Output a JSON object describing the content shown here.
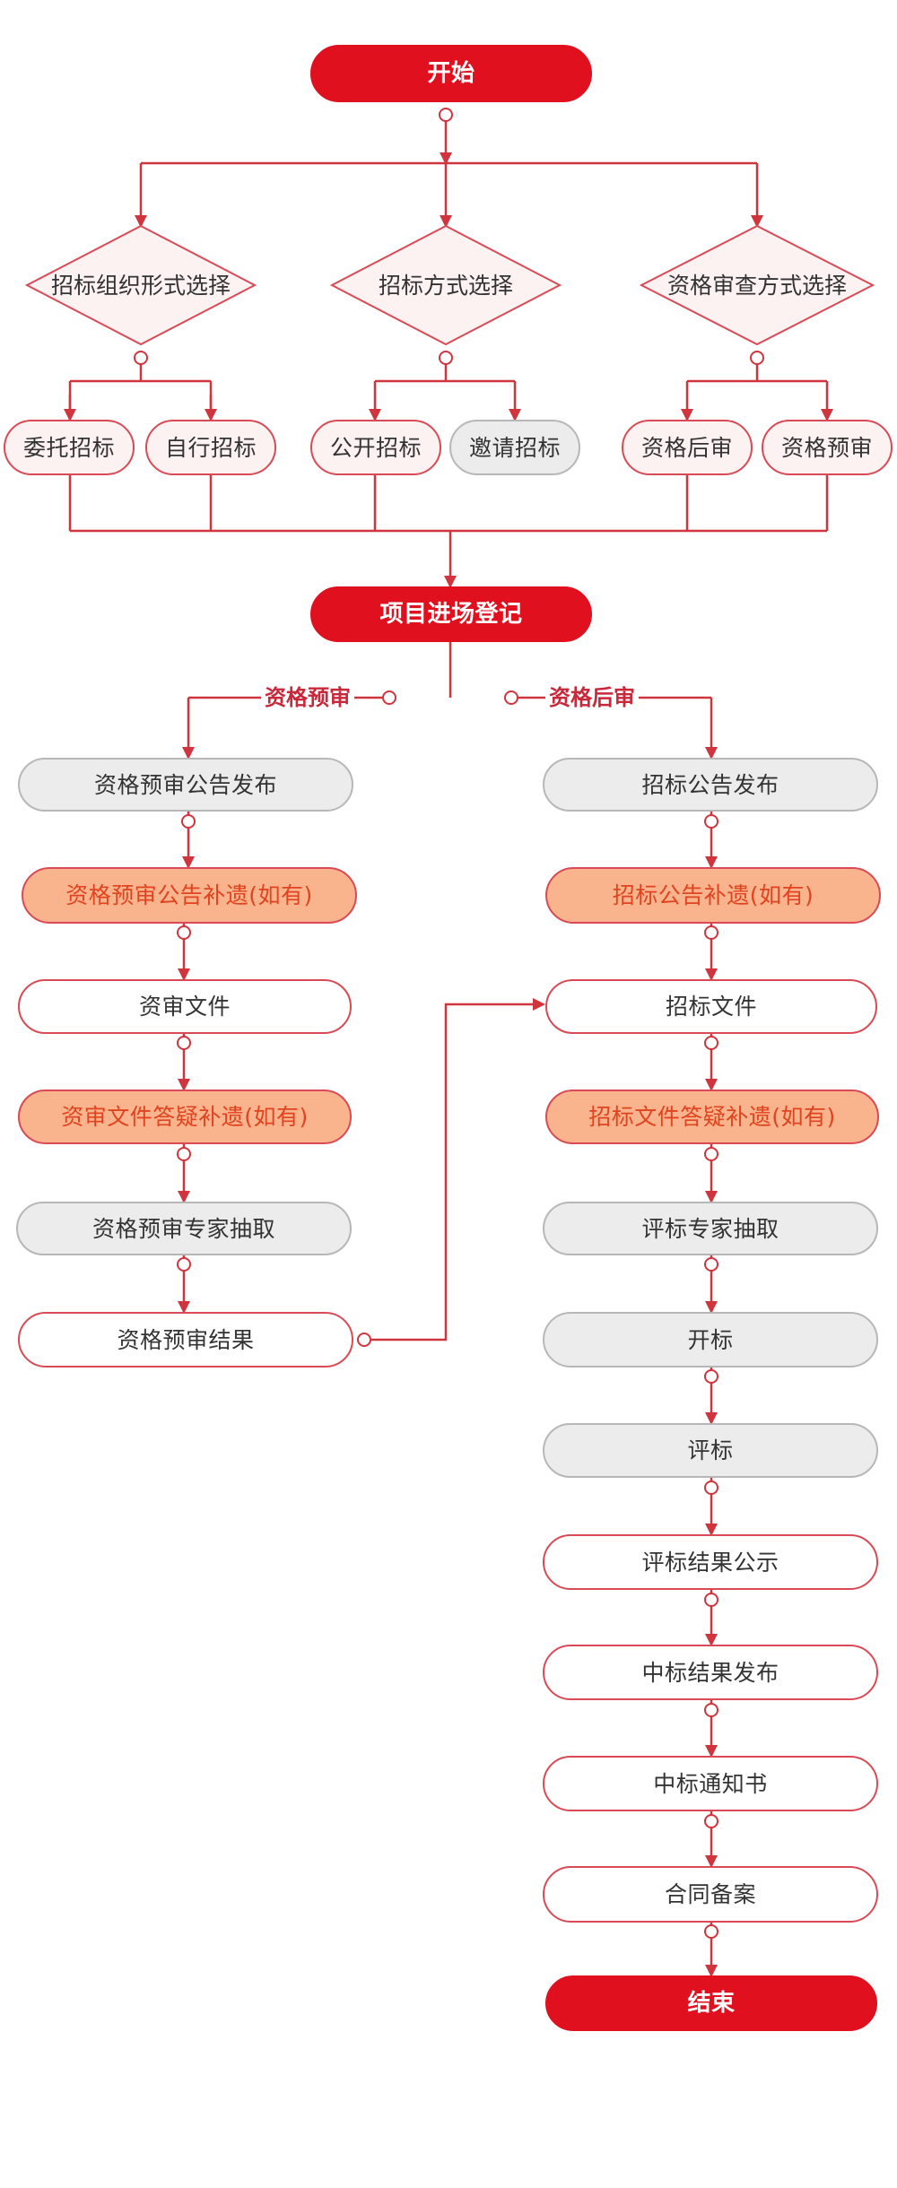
{
  "colors": {
    "red": "#e0101f",
    "line": "#d0343d",
    "node_border": "#d94a55",
    "orange_fill": "#f9b48d",
    "orange_text": "#e0431f",
    "grey_fill": "#ececec",
    "pink_fill": "#fdf2f2"
  },
  "start": "开始",
  "decisions": {
    "org_form": "招标组织形式选择",
    "method": "招标方式选择",
    "review": "资格审查方式选择"
  },
  "options": {
    "entrusted": "委托招标",
    "self": "自行招标",
    "open": "公开招标",
    "invite": "邀请招标",
    "post_review": "资格后审",
    "pre_review": "资格预审"
  },
  "registration": "项目进场登记",
  "branch_labels": {
    "left": "资格预审",
    "right": "资格后审"
  },
  "left_steps": {
    "s1": "资格预审公告发布",
    "s2": "资格预审公告补遗(如有)",
    "s3": "资审文件",
    "s4": "资审文件答疑补遗(如有)",
    "s5": "资格预审专家抽取",
    "s6": "资格预审结果"
  },
  "right_steps": {
    "s1": "招标公告发布",
    "s2": "招标公告补遗(如有)",
    "s3": "招标文件",
    "s4": "招标文件答疑补遗(如有)",
    "s5": "评标专家抽取",
    "s6": "开标",
    "s7": "评标",
    "s8": "评标结果公示",
    "s9": "中标结果发布",
    "s10": "中标通知书",
    "s11": "合同备案"
  },
  "end": "结束"
}
